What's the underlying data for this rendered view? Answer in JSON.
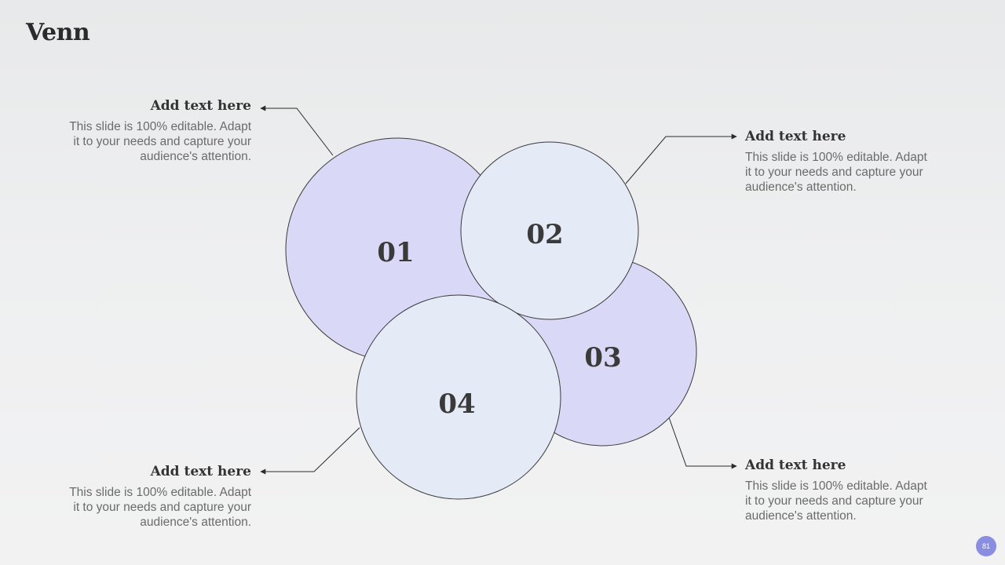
{
  "slide": {
    "title": "Venn",
    "page_number": "81"
  },
  "colors": {
    "lavender_fill": "#d9d9f7",
    "pale_blue_fill": "#e4eaf6",
    "outline": "#3a3a3a",
    "badge": "#8a8ee0"
  },
  "circles": [
    {
      "label": "01"
    },
    {
      "label": "02"
    },
    {
      "label": "03"
    },
    {
      "label": "04"
    }
  ],
  "callouts": [
    {
      "heading": "Add text here",
      "body": "This slide is 100% editable. Adapt it to your needs and capture your audience's attention."
    },
    {
      "heading": "Add text here",
      "body": "This slide is 100% editable. Adapt it to your needs and capture your audience's attention."
    },
    {
      "heading": "Add text here",
      "body": "This slide is 100% editable. Adapt it to your needs and capture your audience's attention."
    },
    {
      "heading": "Add text here",
      "body": "This slide is 100% editable. Adapt it to your needs and capture your audience's attention."
    }
  ]
}
